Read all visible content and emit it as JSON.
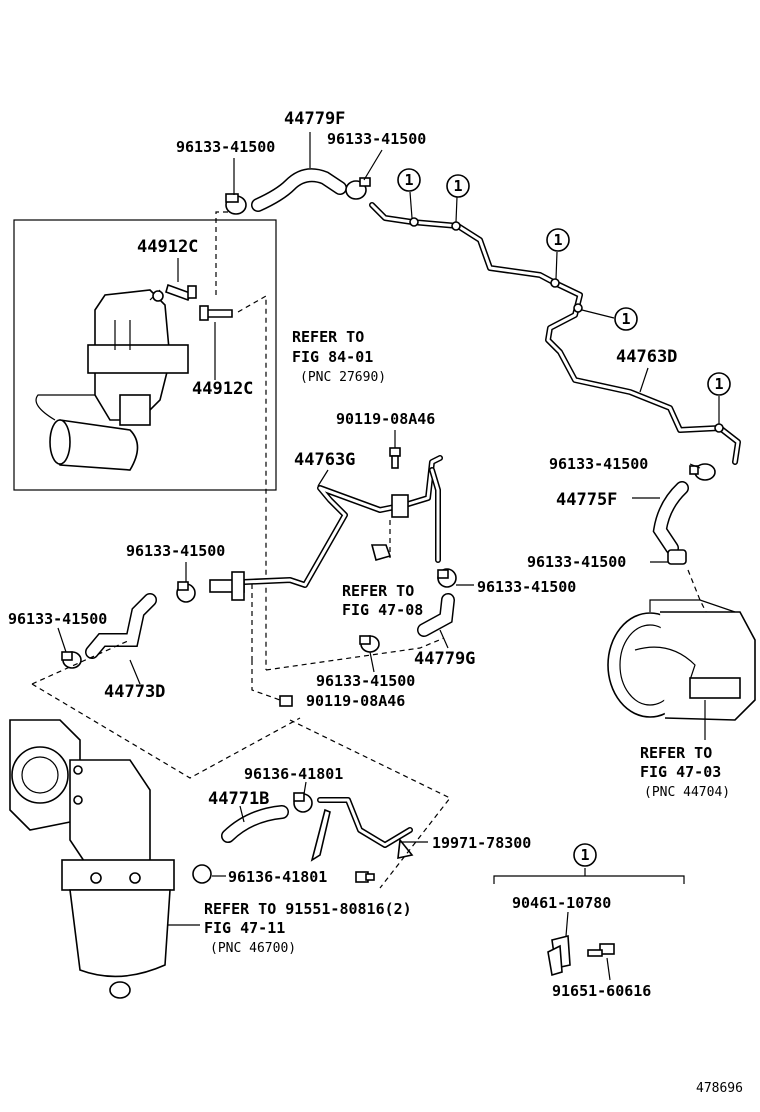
{
  "labels": {
    "hose_44779F": "44779F",
    "clamp_top_left": "96133-41500",
    "clamp_top_right": "96133-41500",
    "vsv_bolt_upper": "44912C",
    "vsv_bolt_lower": "44912C",
    "refer_fig84_line1": "REFER TO",
    "refer_fig84_line2": "FIG 84-01",
    "refer_fig84_pnc": "(PNC 27690)",
    "bolt_90119_upper": "90119-08A46",
    "pipe_44763G": "44763G",
    "pipe_44763D": "44763D",
    "clamp_right_upper": "96133-41500",
    "hose_44775F": "44775F",
    "clamp_right_lower": "96133-41500",
    "clamp_mid_left": "96133-41500",
    "clamp_far_left": "96133-41500",
    "hose_44773D": "44773D",
    "refer_fig4708_line1": "REFER TO",
    "refer_fig4708_line2": "FIG 47-08",
    "clamp_mid_right": "96133-41500",
    "hose_44779G": "44779G",
    "clamp_mid_lower": "96133-41500",
    "bolt_90119_lower": "90119-08A46",
    "refer_fig4703_line1": "REFER TO",
    "refer_fig4703_line2": "FIG 47-03",
    "refer_fig4703_pnc": "(PNC 44704)",
    "clamp_96136_upper": "96136-41801",
    "hose_44771B": "44771B",
    "pipe_19971": "19971-78300",
    "clamp_96136_lower": "96136-41801",
    "refer_91551": "REFER TO 91551-80816(2)",
    "refer_fig4711": "FIG 47-11",
    "refer_fig4711_pnc": "(PNC 46700)",
    "kit_callout": "1",
    "kit_clamp": "90461-10780",
    "kit_bolt": "91651-60616",
    "callout_1": "1",
    "callout_2": "1",
    "callout_3": "1",
    "callout_4": "1",
    "callout_5": "1",
    "diagram_id": "478696"
  }
}
